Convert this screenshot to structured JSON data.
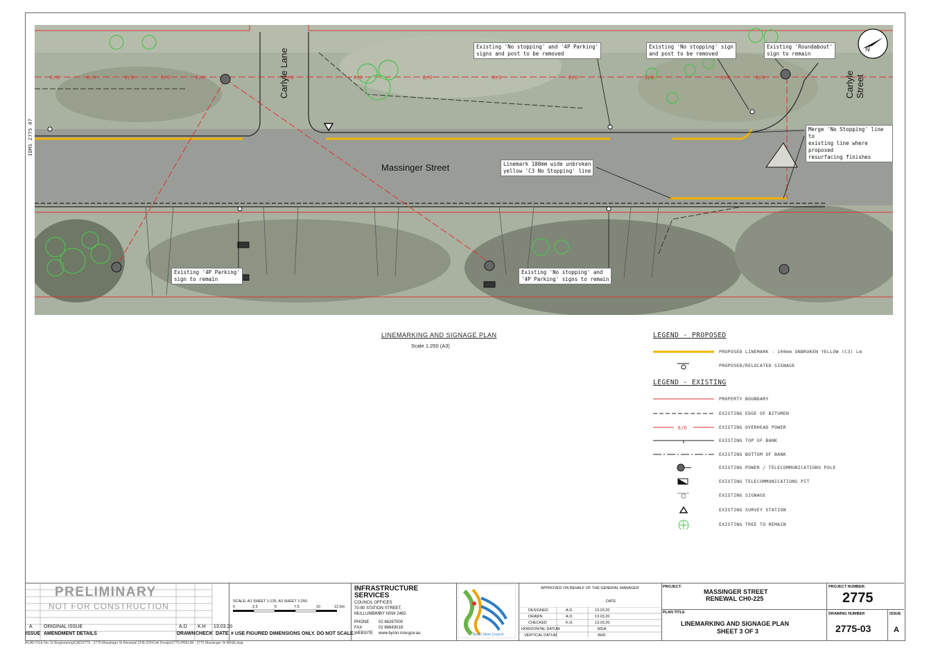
{
  "plan": {
    "streets": {
      "massinger": "Massinger Street",
      "carlyle_lane": "Carlyle Lane",
      "carlyle_street": "Carlyle Street"
    },
    "power_label": "E/O",
    "side_code": "IDMS 2775 07",
    "notes": [
      "Existing 'No stopping' and '4P Parking'\nsigns and post to be removed",
      "Existing 'No stopping' sign\nand post to be removed",
      "Existing 'Roundabout'\nsign to remain",
      "Merge 'No Stopping' line to\nexisting line where proposed\nresurfacing finishes",
      "Linemark 100mm wide unbroken\nyellow 'C3 No Stopping' line",
      "Existing '4P Parking'\nsign to remain",
      "Existing 'No stopping' and\n'4P Parking' signs to remain"
    ]
  },
  "plan_title": "LINEMARKING AND SIGNAGE PLAN",
  "plan_scale": "Scale 1:250 (A3)",
  "legend_proposed": {
    "heading": "LEGEND - PROPOSED",
    "items": [
      "PROPOSED LINEMARK - 100mm UNBROKEN YELLOW (C3) Lm",
      "PROPOSED/RELOCATED SIGNAGE"
    ]
  },
  "legend_existing": {
    "heading": "LEGEND - EXISTING",
    "items": [
      "PROPERTY BOUNDARY",
      "EXISTING EDGE OF BITUMEN",
      "EXISTING OVERHEAD POWER",
      "EXISTING TOP OF BANK",
      "EXISTING BOTTOM OF BANK",
      "EXISTING POWER / TELECOMMUNICATIONS POLE",
      "EXISTING TELECOMMUNICATIONS PIT",
      "EXISTING SIGNAGE",
      "EXISTING SURVEY STATION",
      "EXISTING TREE TO REMAIN"
    ]
  },
  "title_block": {
    "preliminary": "PRELIMINARY",
    "not_for_construction": "NOT FOR CONSTRUCTION",
    "amendment": {
      "issue": "A",
      "details": "ORIGINAL ISSUE",
      "drawn": "A.D",
      "check": "K.H",
      "date": "13.03.20"
    },
    "amend_headers": [
      "ISSUE",
      "AMENDMENT DETAILS",
      "DRAWN",
      "CHECK",
      "DATE"
    ],
    "scale_note": "SCALE: A1 SHEET 1:125, A3 SHEET 1:250",
    "scale_ticks": [
      "0",
      "2.5",
      "5",
      "7.5",
      "10",
      "12.5m"
    ],
    "dims_note": "# USE FIGURED DIMENSIONS ONLY. DO NOT SCALE.",
    "infra": {
      "title": "INFRASTRUCTURE SERVICES",
      "office": "COUNCIL OFFICES",
      "address1": "70-90 STATION STREET,",
      "address2": "MULLUMBIMBY NSW 2482.",
      "phone_label": "PHONE",
      "phone": "02 66267000",
      "fax_label": "FAX",
      "fax": "02 66843018",
      "web_label": "WEBSITE",
      "web": "www.byron.nsw.gov.au"
    },
    "council_logo_text": "Byron Shire Council",
    "approval": "APPROVED ON BEHALF OF THE GENERAL MANAGER",
    "date_label": "DATE",
    "signoff": [
      {
        "label": "DESIGNED",
        "who": "A.D.",
        "date": "13.03.20"
      },
      {
        "label": "DRAWN",
        "who": "A.D.",
        "date": "13.03.20"
      },
      {
        "label": "CHECKED",
        "who": "K.H.",
        "date": "13.03.20"
      },
      {
        "label": "HORIZONTAL DATUM",
        "who": "MGA",
        "date": ""
      },
      {
        "label": "VERTICAL DATUM",
        "who": "AHD",
        "date": ""
      }
    ],
    "project_label": "PROJECT:",
    "project_name_1": "MASSINGER STREET",
    "project_name_2": "RENEWAL CH0-225",
    "plan_title_label": "PLAN TITLE",
    "plan_title_1": "LINEMARKING AND SIGNAGE PLAN",
    "plan_title_2": "SHEET 3 OF 3",
    "project_number_label": "PROJECT NUMBER:",
    "project_number": "2775",
    "drawing_number_label": "DRAWING NUMBER",
    "drawing_number": "2775-03",
    "issue_label": "ISSUE",
    "issue": "A",
    "cad_file": "ACAD FILE No: G:\\Engineering\\CAD\\2775 - 2775 Massinger St Renewal CH0-225\\Civil Design\\2775-PRELIM - 2775 Massinger St BASE.dwg"
  },
  "colors": {
    "proposed_line": "#f0b400",
    "property_boundary": "#d33",
    "tree": "#4cc34c"
  }
}
